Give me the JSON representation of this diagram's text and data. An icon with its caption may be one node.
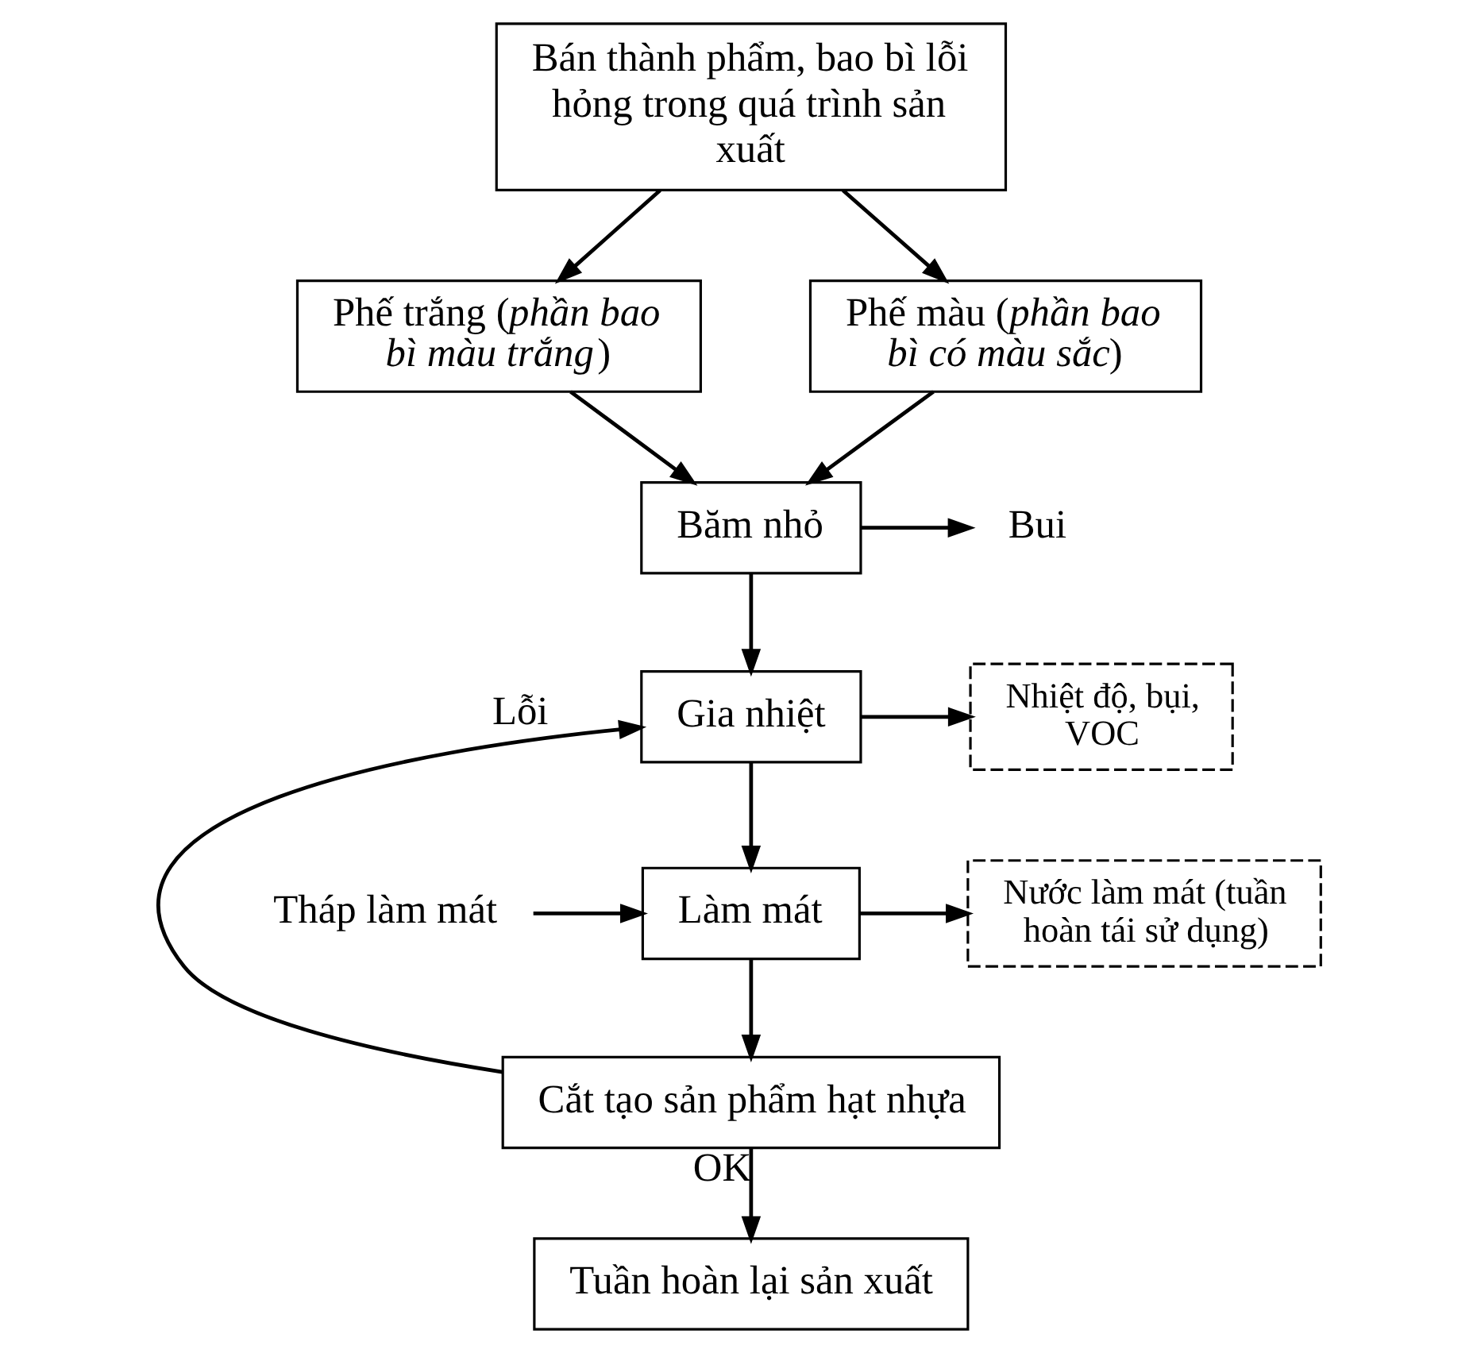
{
  "diagram": {
    "nodes": [
      {
        "text": [
          "Bán thành phẩm, bao bì lỗi hỏng trong quá trình sản xuất"
        ]
      },
      {
        "text": [
          "Phế trắng (*phần bao bì màu trắng*)"
        ]
      },
      {
        "text": [
          "Phế màu (*phần bao bì có màu sắc*)"
        ]
      },
      {
        "text": [
          "Băm nhỏ"
        ]
      },
      {
        "text": [
          "Bui"
        ]
      },
      {
        "text": [
          "Gia nhiệt"
        ]
      },
      {
        "text": [
          "Nhiệt độ, bụi, VOC"
        ]
      },
      {
        "text": [
          "Tháp làm mát"
        ]
      },
      {
        "text": [
          "Làm mát"
        ]
      },
      {
        "text": [
          "Nước làm mát (tuần hoàn tái sử dụng)"
        ]
      },
      {
        "text": [
          "Cắt tạo sản phẩm hạt nhựa"
        ]
      },
      {
        "text": [
          "Tuần hoàn lại sản xuất"
        ]
      }
    ],
    "edges": [
      {
        "from": 0,
        "to": 1,
        "arrow": "to"
      },
      {
        "from": 0,
        "to": 2,
        "arrow": "to"
      },
      {
        "from": 1,
        "to": 3,
        "arrow": "to"
      },
      {
        "from": 2,
        "to": 3,
        "arrow": "to"
      },
      {
        "from": 3,
        "to": 4,
        "arrow": "to"
      },
      {
        "from": 3,
        "to": 5,
        "arrow": "to"
      },
      {
        "from": 5,
        "to": 6,
        "arrow": "to"
      },
      {
        "from": 5,
        "to": 8,
        "arrow": "to"
      },
      {
        "from": 7,
        "to": 8,
        "arrow": "to"
      },
      {
        "from": 8,
        "to": 9,
        "arrow": "to"
      },
      {
        "from": 8,
        "to": 10,
        "arrow": "to"
      },
      {
        "from": 10,
        "to": 5,
        "arrow": "to",
        "label": "Lỗi"
      },
      {
        "from": 10,
        "to": 11,
        "arrow": "to",
        "label": "OK"
      }
    ]
  }
}
